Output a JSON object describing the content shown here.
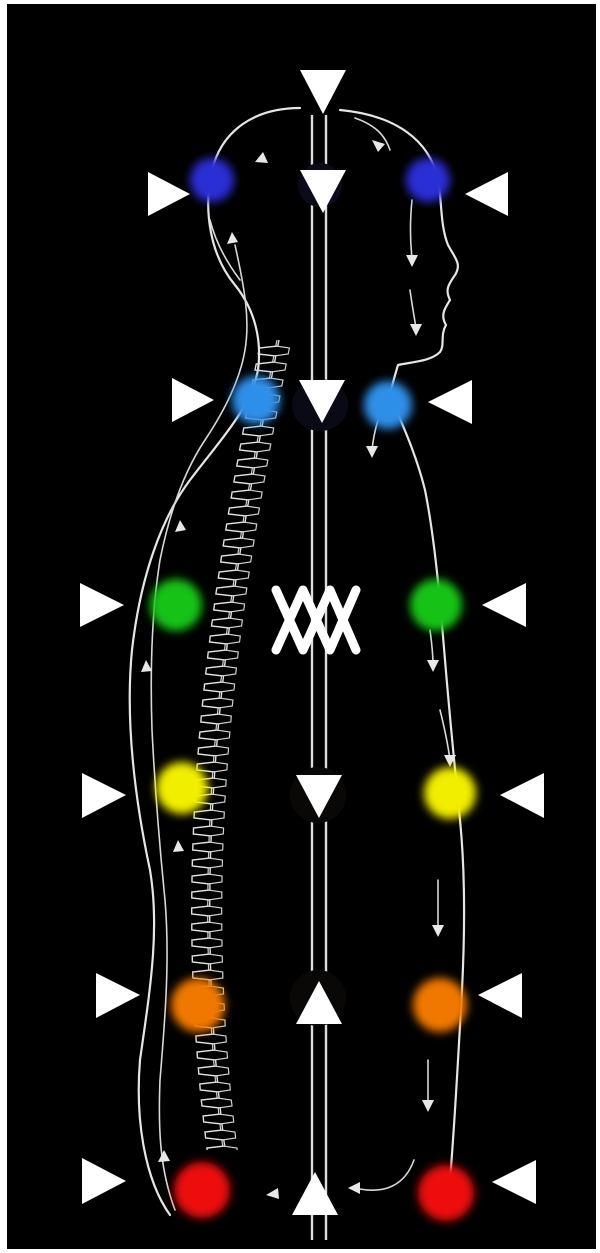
{
  "colors": {
    "background": "#000000",
    "frame": "#ffffff",
    "outline": "#e6e6e6",
    "markers": "#ffffff",
    "crown_orb": "#2b2fd6",
    "throat_orb": "#2f8fe8",
    "heart_orb": "#16c214",
    "solar_plexus_orb": "#f2ee00",
    "sacral_orb": "#f07800",
    "root_orb": "#ee0a0a"
  },
  "energy_centers": [
    {
      "name": "crown",
      "color": "#2b2fd6"
    },
    {
      "name": "throat",
      "color": "#2f8fe8"
    },
    {
      "name": "heart",
      "color": "#16c214"
    },
    {
      "name": "solar-plexus",
      "color": "#f2ee00"
    },
    {
      "name": "sacral",
      "color": "#f07800"
    },
    {
      "name": "root",
      "color": "#ee0a0a"
    }
  ],
  "icons": {
    "center_symbol": "double-chevron-x-icon",
    "marker": "triangle-marker-icon"
  }
}
